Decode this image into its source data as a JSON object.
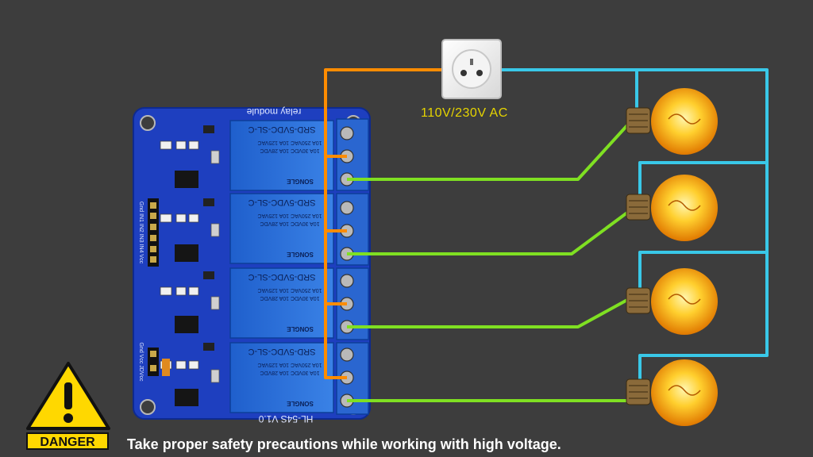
{
  "board": {
    "title": "relay module",
    "model": "HL-54S V1.0",
    "pin_header": "Gnd IN1 IN2 IN3 IN4 Vcc",
    "jumper_header": "Gnd Vcc JDVcc"
  },
  "relays": [
    {
      "part": "SRD-5VDC-SL-C",
      "ratings": [
        "10A 250VAC 10A 125VAC",
        "10A 30VDC 10A 28VDC"
      ],
      "brand": "SONGLE"
    },
    {
      "part": "SRD-5VDC-SL-C",
      "ratings": [
        "10A 250VAC 10A 125VAC",
        "10A 30VDC 10A 28VDC"
      ],
      "brand": "SONGLE"
    },
    {
      "part": "SRD-5VDC-SL-C",
      "ratings": [
        "10A 250VAC 10A 125VAC",
        "10A 30VDC 10A 28VDC"
      ],
      "brand": "SONGLE"
    },
    {
      "part": "SRD-5VDC-SL-C",
      "ratings": [
        "10A 250VAC 10A 125VAC",
        "10A 30VDC 10A 28VDC"
      ],
      "brand": "SONGLE"
    }
  ],
  "power_source": {
    "label": "110V/230V AC"
  },
  "bulbs_count": 4,
  "warning": {
    "sign_label": "DANGER",
    "caption": "Take proper safety precautions while working with high voltage."
  },
  "colors": {
    "background": "#3d3d3d",
    "board": "#1e3fbf",
    "relay": "#2a6fd6",
    "live_wire": "#ff8c00",
    "neutral_wire": "#39c8e8",
    "load_wire": "#7fe022",
    "bulb_glow": "#ffb000",
    "warning": "#ffd800"
  }
}
